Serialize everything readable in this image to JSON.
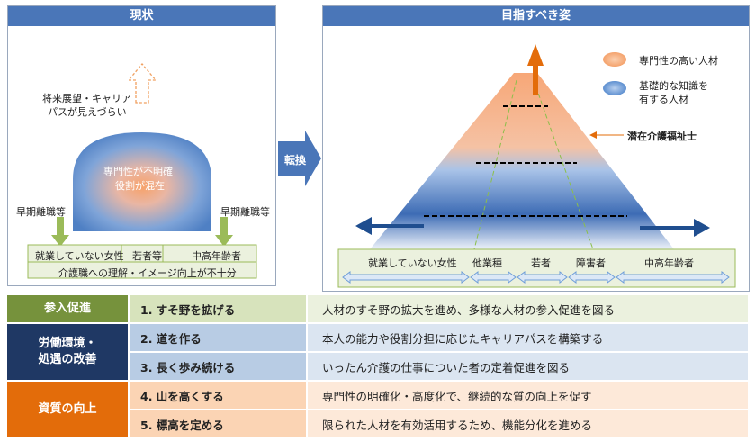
{
  "left_panel": {
    "title": "現状",
    "outlook_line1": "将来展望・キャリア",
    "outlook_line2": "パスが見えづらい",
    "dome_line1": "専門性が不明確",
    "dome_line2": "役割が混在",
    "early_leave_left": "早期離職等",
    "early_leave_right": "早期離職等",
    "base_items": [
      "就業していない女性",
      "若者等",
      "中高年齢者"
    ],
    "base_note": "介護職への理解・イメージ向上が不十分"
  },
  "transition_label": "転換",
  "right_panel": {
    "title": "目指すべき姿",
    "legend": [
      {
        "label": "専門性の高い人材",
        "color": "#f5a877"
      },
      {
        "label_line1": "基礎的な知識を",
        "label_line2": "有する人材",
        "color": "#6f9ed8"
      }
    ],
    "potential_label": "潜在介護福祉士",
    "base_items": [
      "就業していない女性",
      "他業種",
      "若者",
      "障害者",
      "中高年齢者"
    ]
  },
  "table": {
    "rows": [
      {
        "category": "参入促進",
        "action": "1. すそ野を拡げる",
        "desc": "人材のすそ野の拡大を進め、多様な人材の参入促進を図る"
      },
      {
        "category": "労働環境・\n処遇の改善",
        "action": "2. 道を作る",
        "desc": "本人の能力や役割分担に応じたキャリアパスを構築する"
      },
      {
        "category": "",
        "action": "3. 長く歩み続ける",
        "desc": "いったん介護の仕事についた者の定着促進を図る"
      },
      {
        "category": "資質の向上",
        "action": "4. 山を高くする",
        "desc": "専門性の明確化・高度化で、継続的な質の向上を促す"
      },
      {
        "category": "",
        "action": "5. 標高を定める",
        "desc": "限られた人材を有効活用するため、機能分化を進める"
      }
    ],
    "colors": {
      "green": "#76923c",
      "navy": "#1f3864",
      "orange": "#e36c0a"
    }
  }
}
